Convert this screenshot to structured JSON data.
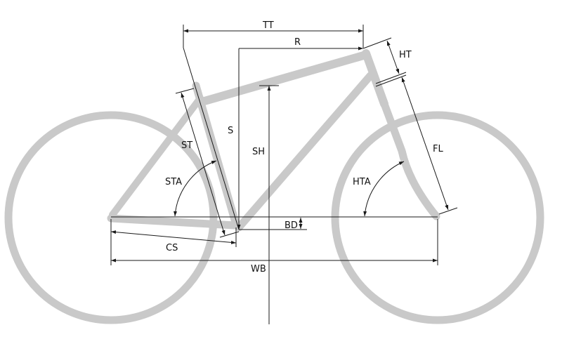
{
  "labels": {
    "tt": "TT",
    "r": "R",
    "ht": "HT",
    "s": "S",
    "st": "ST",
    "sh": "SH",
    "sta": "STA",
    "hta": "HTA",
    "fl": "FL",
    "bd": "BD",
    "cs": "CS",
    "wb": "WB"
  },
  "colors": {
    "frame": "#c9c9c9",
    "dimension_lines": "#1a1a1a"
  }
}
